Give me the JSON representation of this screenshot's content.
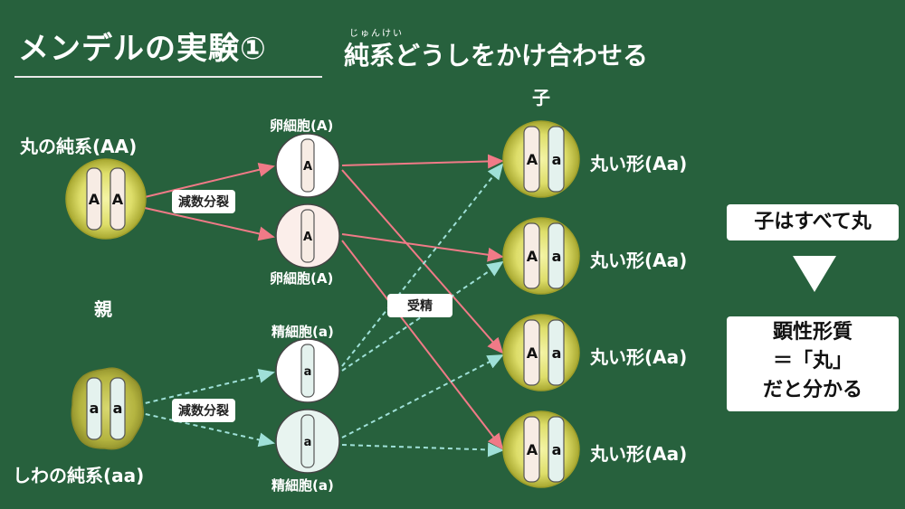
{
  "title": {
    "main": "メンデルの実験①",
    "sub": "純系どうしをかけ合わせる",
    "furigana": "じゅんけい"
  },
  "parents": {
    "section_label": "親",
    "round": {
      "label": "丸の純系(AA)",
      "alleles": [
        "A",
        "A"
      ]
    },
    "wrinkled": {
      "label": "しわの純系(aa)",
      "alleles": [
        "a",
        "a"
      ]
    }
  },
  "process": {
    "meiosis_label": "減数分裂",
    "fertilization_label": "受精"
  },
  "gametes": {
    "eggs": [
      {
        "label": "卵細胞(A)",
        "allele": "A"
      },
      {
        "label": "卵細胞(A)",
        "allele": "A"
      }
    ],
    "sperms": [
      {
        "label": "精細胞(a)",
        "allele": "a"
      },
      {
        "label": "精細胞(a)",
        "allele": "a"
      }
    ]
  },
  "offspring": {
    "section_label": "子",
    "items": [
      {
        "label": "丸い形(Aa)",
        "alleles": [
          "A",
          "a"
        ]
      },
      {
        "label": "丸い形(Aa)",
        "alleles": [
          "A",
          "a"
        ]
      },
      {
        "label": "丸い形(Aa)",
        "alleles": [
          "A",
          "a"
        ]
      },
      {
        "label": "丸い形(Aa)",
        "alleles": [
          "A",
          "a"
        ]
      }
    ]
  },
  "conclusion": {
    "summary": "子はすべて丸",
    "line1": "顕性形質",
    "line2": "＝「丸」",
    "line3": "だと分かる"
  },
  "colors": {
    "background": "#27613d",
    "egg_arrow": "#f07a87",
    "sperm_arrow": "#9fe0d8",
    "seed_fill": "#c9c94a",
    "seed_inner": "#f2f2a0",
    "chrom_A": "#f7ece4",
    "chrom_a": "#e4f2ee"
  }
}
